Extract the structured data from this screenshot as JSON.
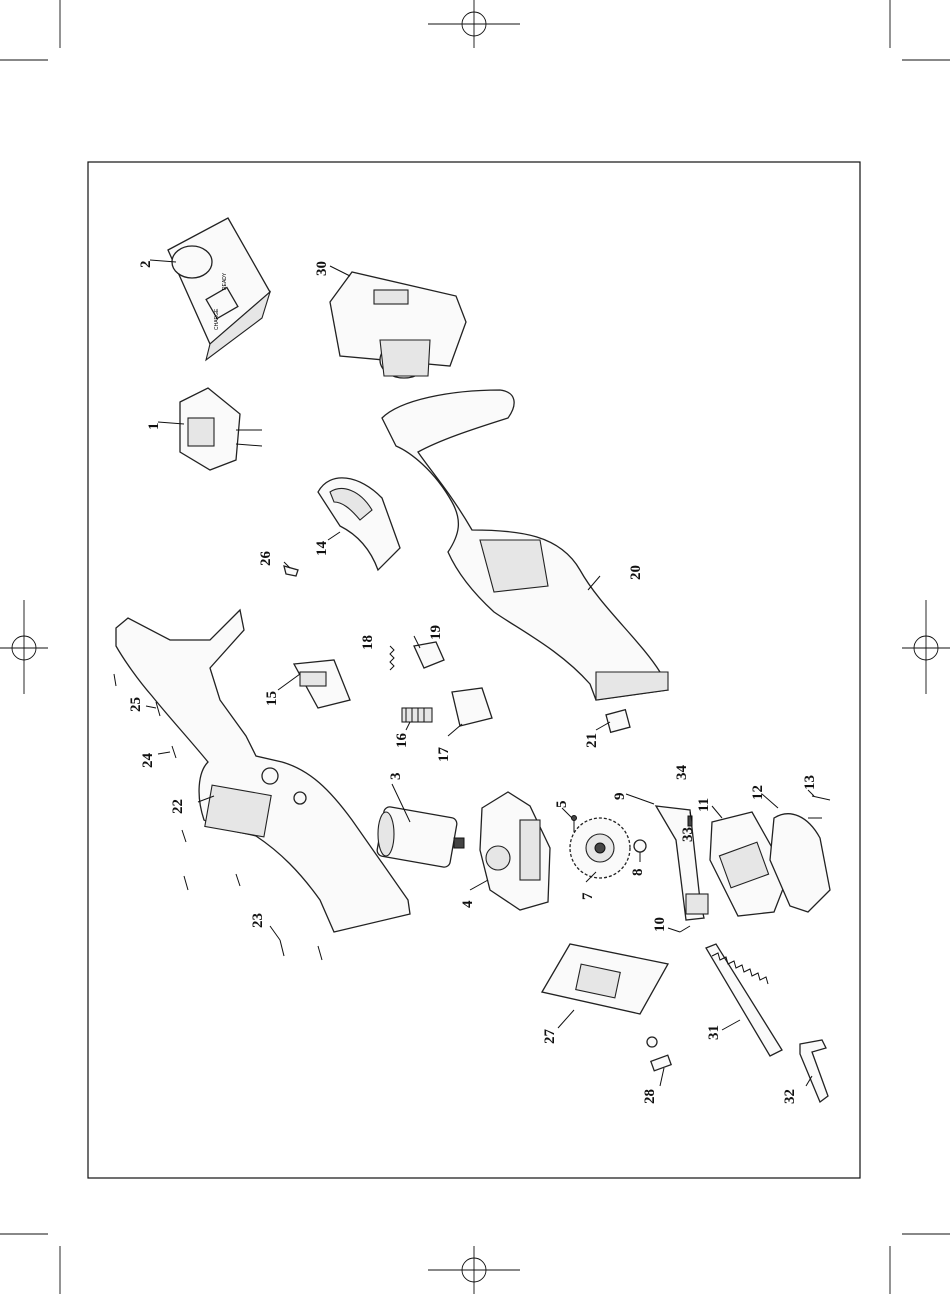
{
  "parts": [
    {
      "key": "p1",
      "label": "1"
    },
    {
      "key": "p2",
      "label": "2"
    },
    {
      "key": "p3",
      "label": "3"
    },
    {
      "key": "p4",
      "label": "4"
    },
    {
      "key": "p5",
      "label": "5"
    },
    {
      "key": "p7",
      "label": "7"
    },
    {
      "key": "p8",
      "label": "8"
    },
    {
      "key": "p9",
      "label": "9"
    },
    {
      "key": "p10",
      "label": "10"
    },
    {
      "key": "p11",
      "label": "11"
    },
    {
      "key": "p12",
      "label": "12"
    },
    {
      "key": "p13",
      "label": "13"
    },
    {
      "key": "p14",
      "label": "14"
    },
    {
      "key": "p15",
      "label": "15"
    },
    {
      "key": "p16",
      "label": "16"
    },
    {
      "key": "p17",
      "label": "17"
    },
    {
      "key": "p18",
      "label": "18"
    },
    {
      "key": "p19",
      "label": "19"
    },
    {
      "key": "p20",
      "label": "20"
    },
    {
      "key": "p21",
      "label": "21"
    },
    {
      "key": "p22",
      "label": "22"
    },
    {
      "key": "p23",
      "label": "23"
    },
    {
      "key": "p24",
      "label": "24"
    },
    {
      "key": "p25",
      "label": "25"
    },
    {
      "key": "p26",
      "label": "26"
    },
    {
      "key": "p27",
      "label": "27"
    },
    {
      "key": "p28",
      "label": "28"
    },
    {
      "key": "p30",
      "label": "30"
    },
    {
      "key": "p31",
      "label": "31"
    },
    {
      "key": "p32",
      "label": "32"
    },
    {
      "key": "p33",
      "label": "33"
    },
    {
      "key": "p34",
      "label": "34"
    }
  ],
  "charger_text": {
    "ready": "READY",
    "charge": "CHARGE"
  }
}
